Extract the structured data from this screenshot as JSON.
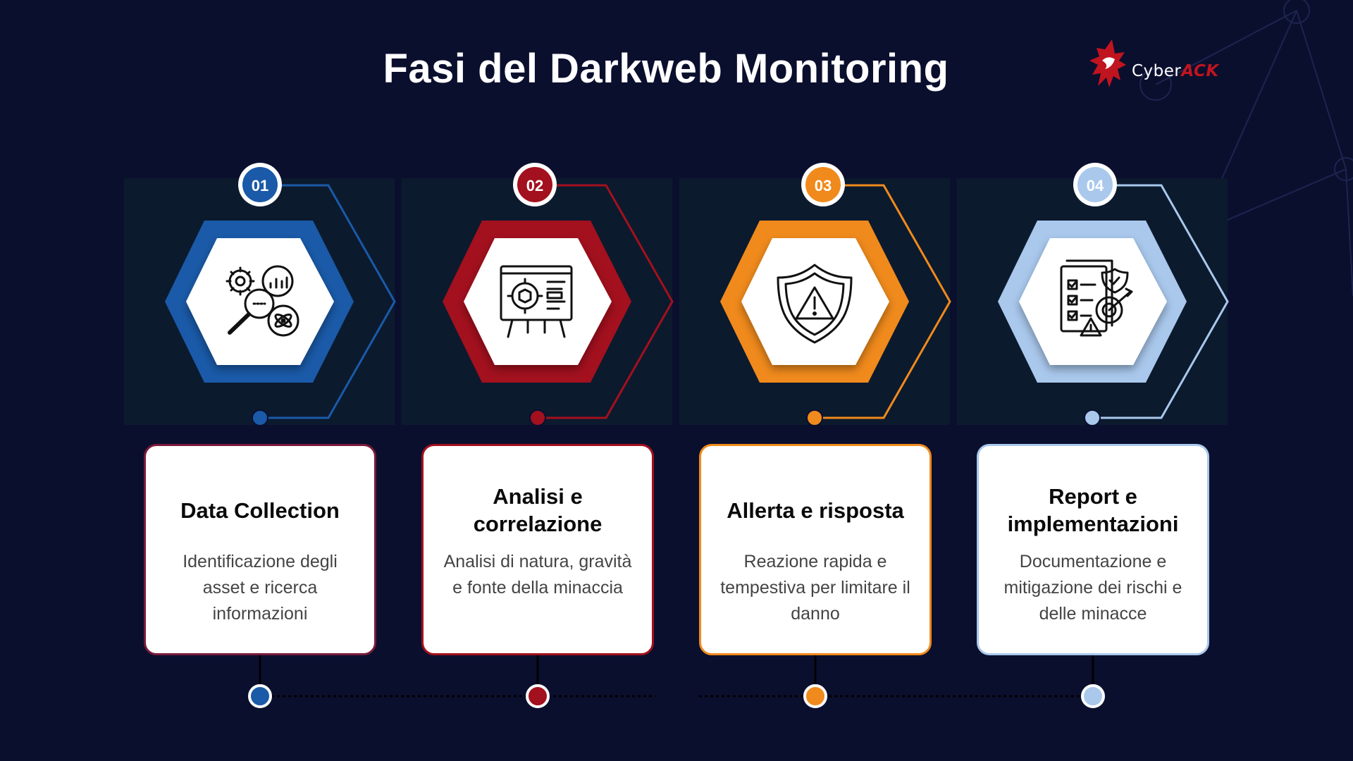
{
  "title": "Fasi del Darkweb Monitoring",
  "logo": {
    "text_main": "Cyber",
    "text_accent": "ACK",
    "icon": "red-warrior-helmet-icon"
  },
  "colors": {
    "background": "#0b0f2e",
    "panel": "#0c1a2e",
    "card": "#ffffff"
  },
  "steps": [
    {
      "number": "01",
      "title": "Data Collection",
      "description": "Identificazione degli asset e ricerca informazioni",
      "icon": "gears-chart-magnifier-icon",
      "color": "#1a5aa8",
      "light": "#2b7ad0"
    },
    {
      "number": "02",
      "title": "Analisi e correlazione",
      "description": "Analisi di natura, gravità e fonte della minaccia",
      "icon": "presentation-board-gear-icon",
      "color": "#a3101e",
      "light": "#c41e2e"
    },
    {
      "number": "03",
      "title": "Allerta e risposta",
      "description": "Reazione rapida e tempestiva per limitare il danno",
      "icon": "shield-warning-icon",
      "color": "#f08a1c",
      "light": "#ffa53a"
    },
    {
      "number": "04",
      "title": "Report e implementazioni",
      "description": "Documentazione e mitigazione dei rischi e delle minacce",
      "icon": "checklist-target-shield-icon",
      "color": "#a9c8ec",
      "light": "#c3dcf6"
    }
  ]
}
